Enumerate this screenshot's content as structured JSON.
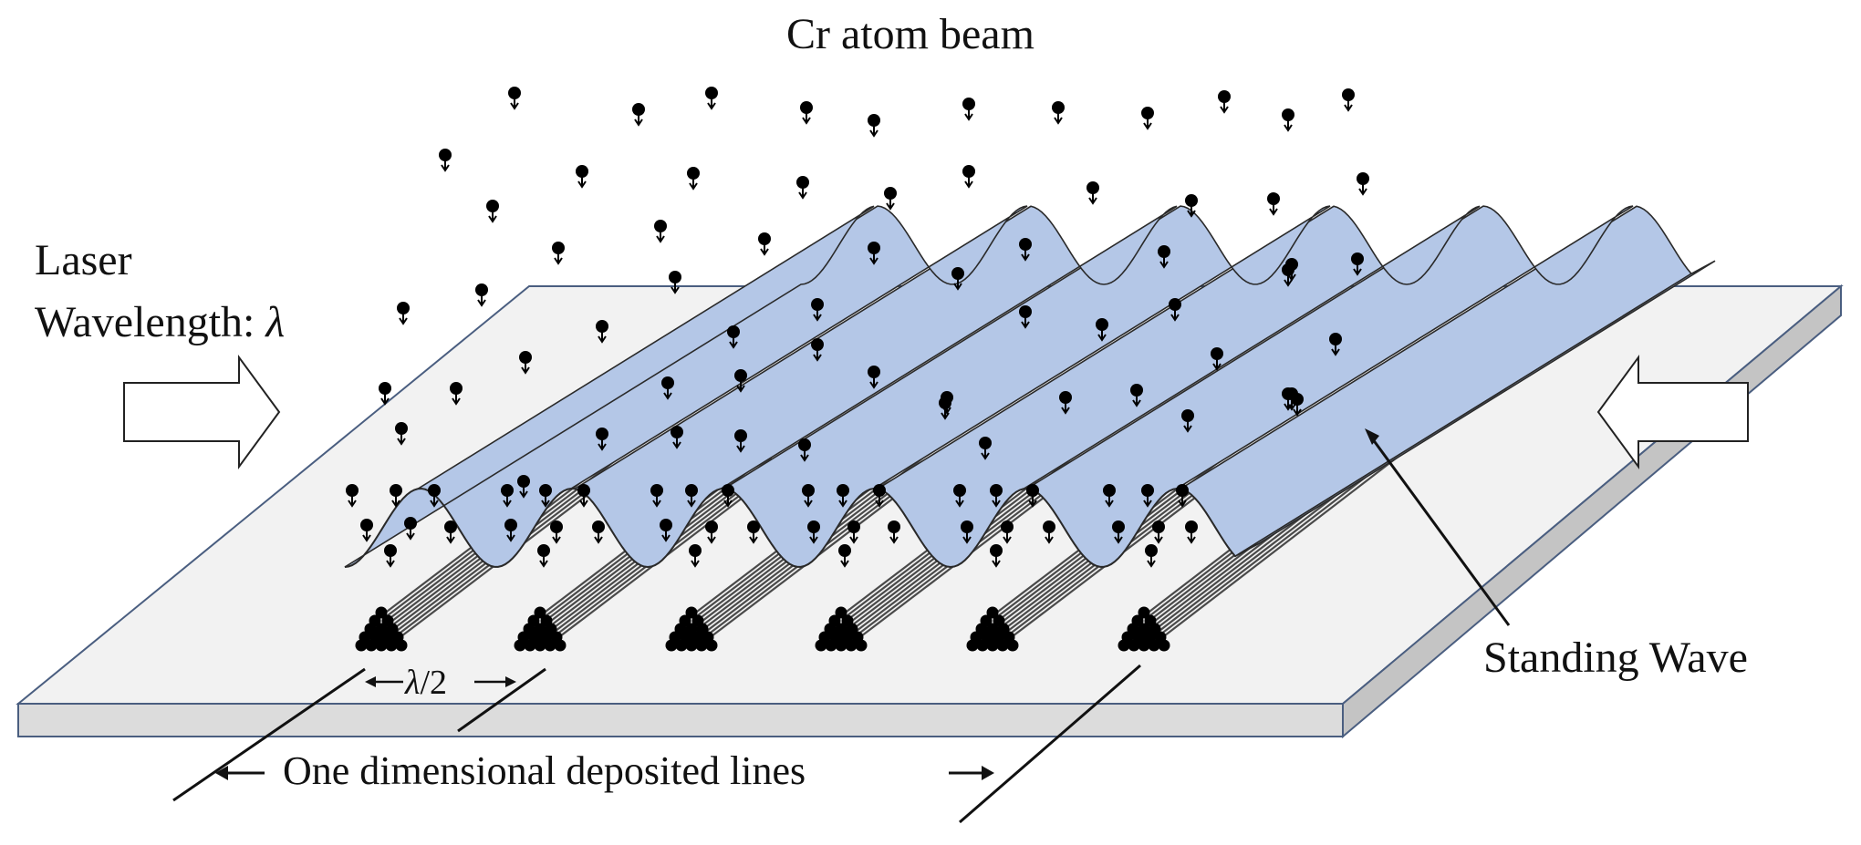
{
  "labels": {
    "beam": "Cr atom beam",
    "laser_line1": "Laser",
    "laser_line2_text": "Wavelength: ",
    "laser_symbol": "λ",
    "standing_wave": "Standing Wave",
    "spacing_symbol": "λ",
    "spacing_rest": "/2",
    "deposited_lines": "One dimensional deposited lines"
  },
  "colors": {
    "wave_fill": "#b4c7e7",
    "wave_stroke": "#2a2a2a",
    "substrate_top": "#f2f2f2",
    "substrate_edge": "#dcdcdc",
    "substrate_stroke": "#4a5e80",
    "atom": "#000000",
    "deposit_lines": "#555555",
    "arrow_fill": "#ffffff"
  },
  "icons": {
    "atom": "atom-with-down-arrow-icon",
    "laser_left": "hollow-right-arrow-icon",
    "laser_right": "hollow-left-arrow-icon"
  }
}
